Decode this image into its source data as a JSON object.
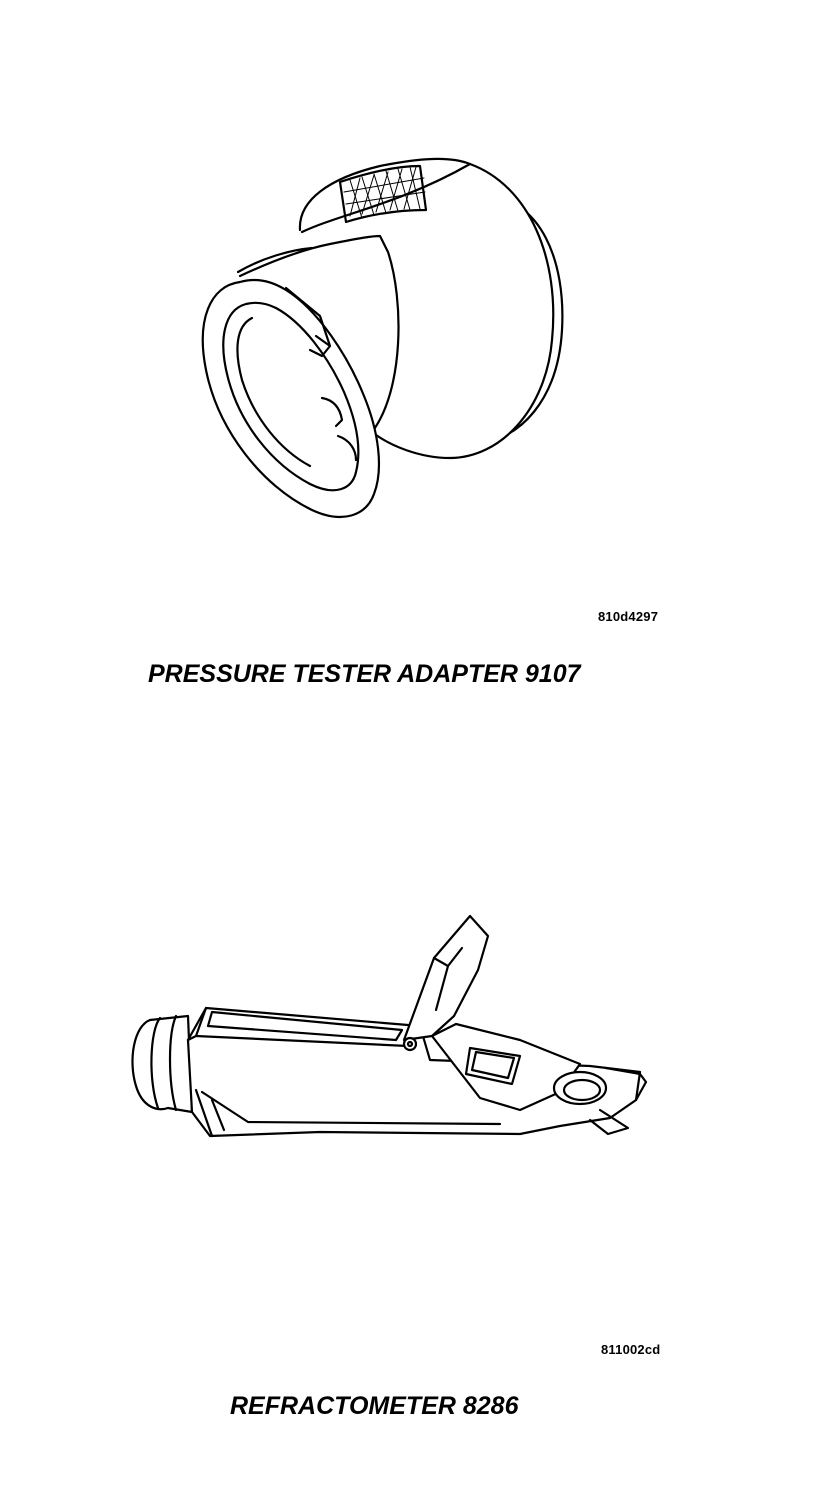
{
  "figures": [
    {
      "icon": "pressure-tester-adapter-illustration",
      "ref_code": "810d4297",
      "caption": "PRESSURE TESTER ADAPTER 9107"
    },
    {
      "icon": "refractometer-illustration",
      "ref_code": "811002cd",
      "caption": "REFRACTOMETER 8286"
    }
  ]
}
